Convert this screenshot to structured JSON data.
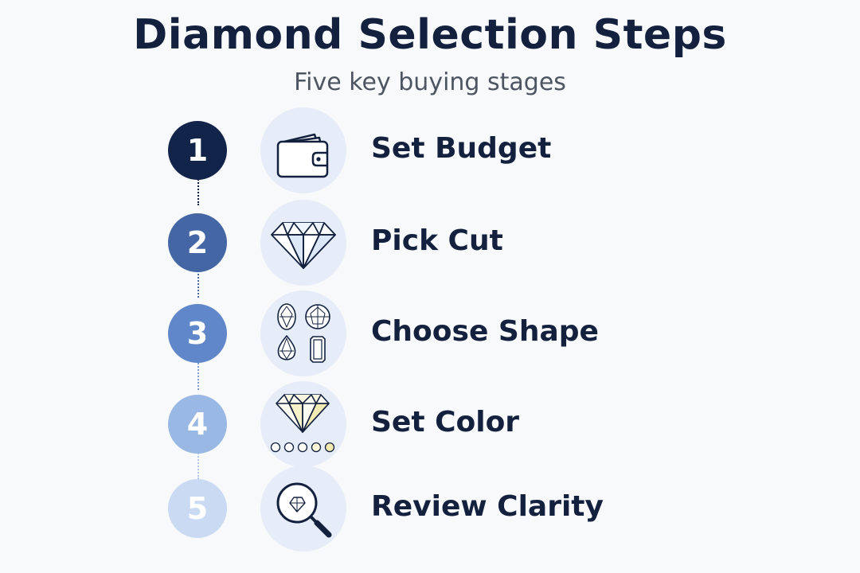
{
  "header": {
    "title": "Diamond Selection Steps",
    "subtitle": "Five key buying stages"
  },
  "steps": [
    {
      "number": "1",
      "label": "Set Budget",
      "icon": "wallet-icon",
      "color": "#13244a"
    },
    {
      "number": "2",
      "label": "Pick Cut",
      "icon": "diamond-icon",
      "color": "#4466a4"
    },
    {
      "number": "3",
      "label": "Choose Shape",
      "icon": "diamond-shapes-icon",
      "color": "#5f87c9"
    },
    {
      "number": "4",
      "label": "Set Color",
      "icon": "diamond-color-scale-icon",
      "color": "#9ab8e4"
    },
    {
      "number": "5",
      "label": "Review Clarity",
      "icon": "magnifier-icon",
      "color": "#c9daf2"
    }
  ],
  "colors": {
    "background": "#f8f9fa",
    "text": "#13213f",
    "icon_bg": "#e6edf8",
    "color_scale": [
      "#ffffff",
      "#ffffff",
      "#fdfdf4",
      "#fbf7d6",
      "#f5ebb0"
    ]
  }
}
